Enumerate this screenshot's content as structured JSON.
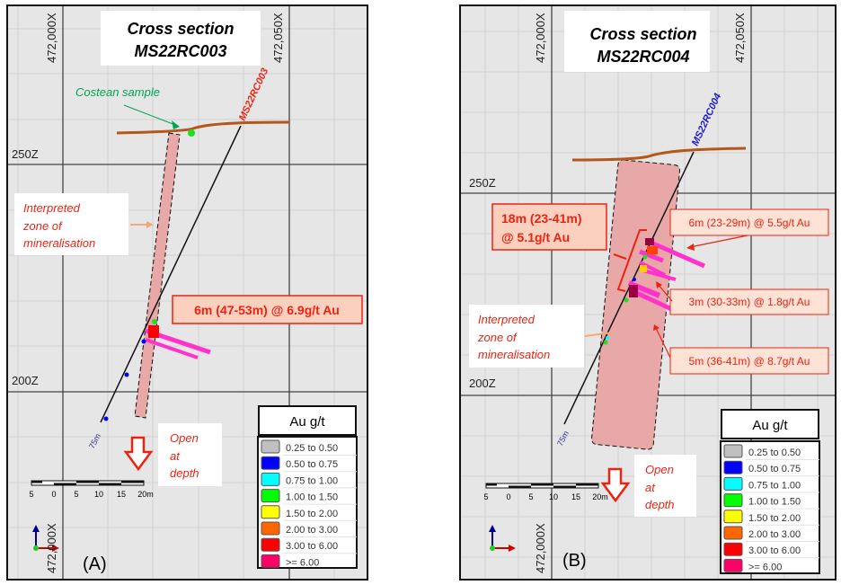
{
  "panelA": {
    "title1": "Cross section",
    "title2": "MS22RC003",
    "grid_x": [
      "472,000X",
      "472,050X"
    ],
    "grid_z": [
      "250Z",
      "200Z"
    ],
    "costean": "Costean sample",
    "hole": "MS22RC003",
    "depth": "75m",
    "interp": [
      "Interpreted",
      "zone of",
      "mineralisation"
    ],
    "intercept": "6m (47-53m) @ 6.9g/t Au",
    "open": [
      "Open",
      "at",
      "depth"
    ],
    "label": "(A)",
    "axis_label": "472,000X"
  },
  "panelB": {
    "title1": "Cross section",
    "title2": "MS22RC004",
    "grid_x": [
      "472,000X",
      "472,050X"
    ],
    "grid_z": [
      "250Z",
      "200Z"
    ],
    "hole": "MS22RC004",
    "depth": "75m",
    "summary": [
      "18m (23-41m)",
      "@ 5.1g/t Au"
    ],
    "intercepts": [
      "6m (23-29m) @ 5.5g/t Au",
      "3m (30-33m) @ 1.8g/t Au",
      "5m (36-41m) @ 8.7g/t Au"
    ],
    "interp": [
      "Interpreted",
      "zone of",
      "mineralisation"
    ],
    "open": [
      "Open",
      "at",
      "depth"
    ],
    "label": "(B)",
    "axis_label": "472,000X"
  },
  "scale": [
    "5",
    "0",
    "5",
    "10",
    "15",
    "20m"
  ],
  "legend": {
    "title": "Au g/t",
    "items": [
      {
        "label": "0.25 to 0.50",
        "color": "#c0c0c0"
      },
      {
        "label": "0.50 to 0.75",
        "color": "#0000ff"
      },
      {
        "label": "0.75 to 1.00",
        "color": "#00ffff"
      },
      {
        "label": "1.00 to 1.50",
        "color": "#00ff00"
      },
      {
        "label": "1.50 to 2.00",
        "color": "#ffff00"
      },
      {
        "label": "2.00 to 3.00",
        "color": "#ff6600"
      },
      {
        "label": "3.00 to 6.00",
        "color": "#ff0000"
      },
      {
        "label": ">= 6.00",
        "color": "#ff0066"
      }
    ]
  }
}
